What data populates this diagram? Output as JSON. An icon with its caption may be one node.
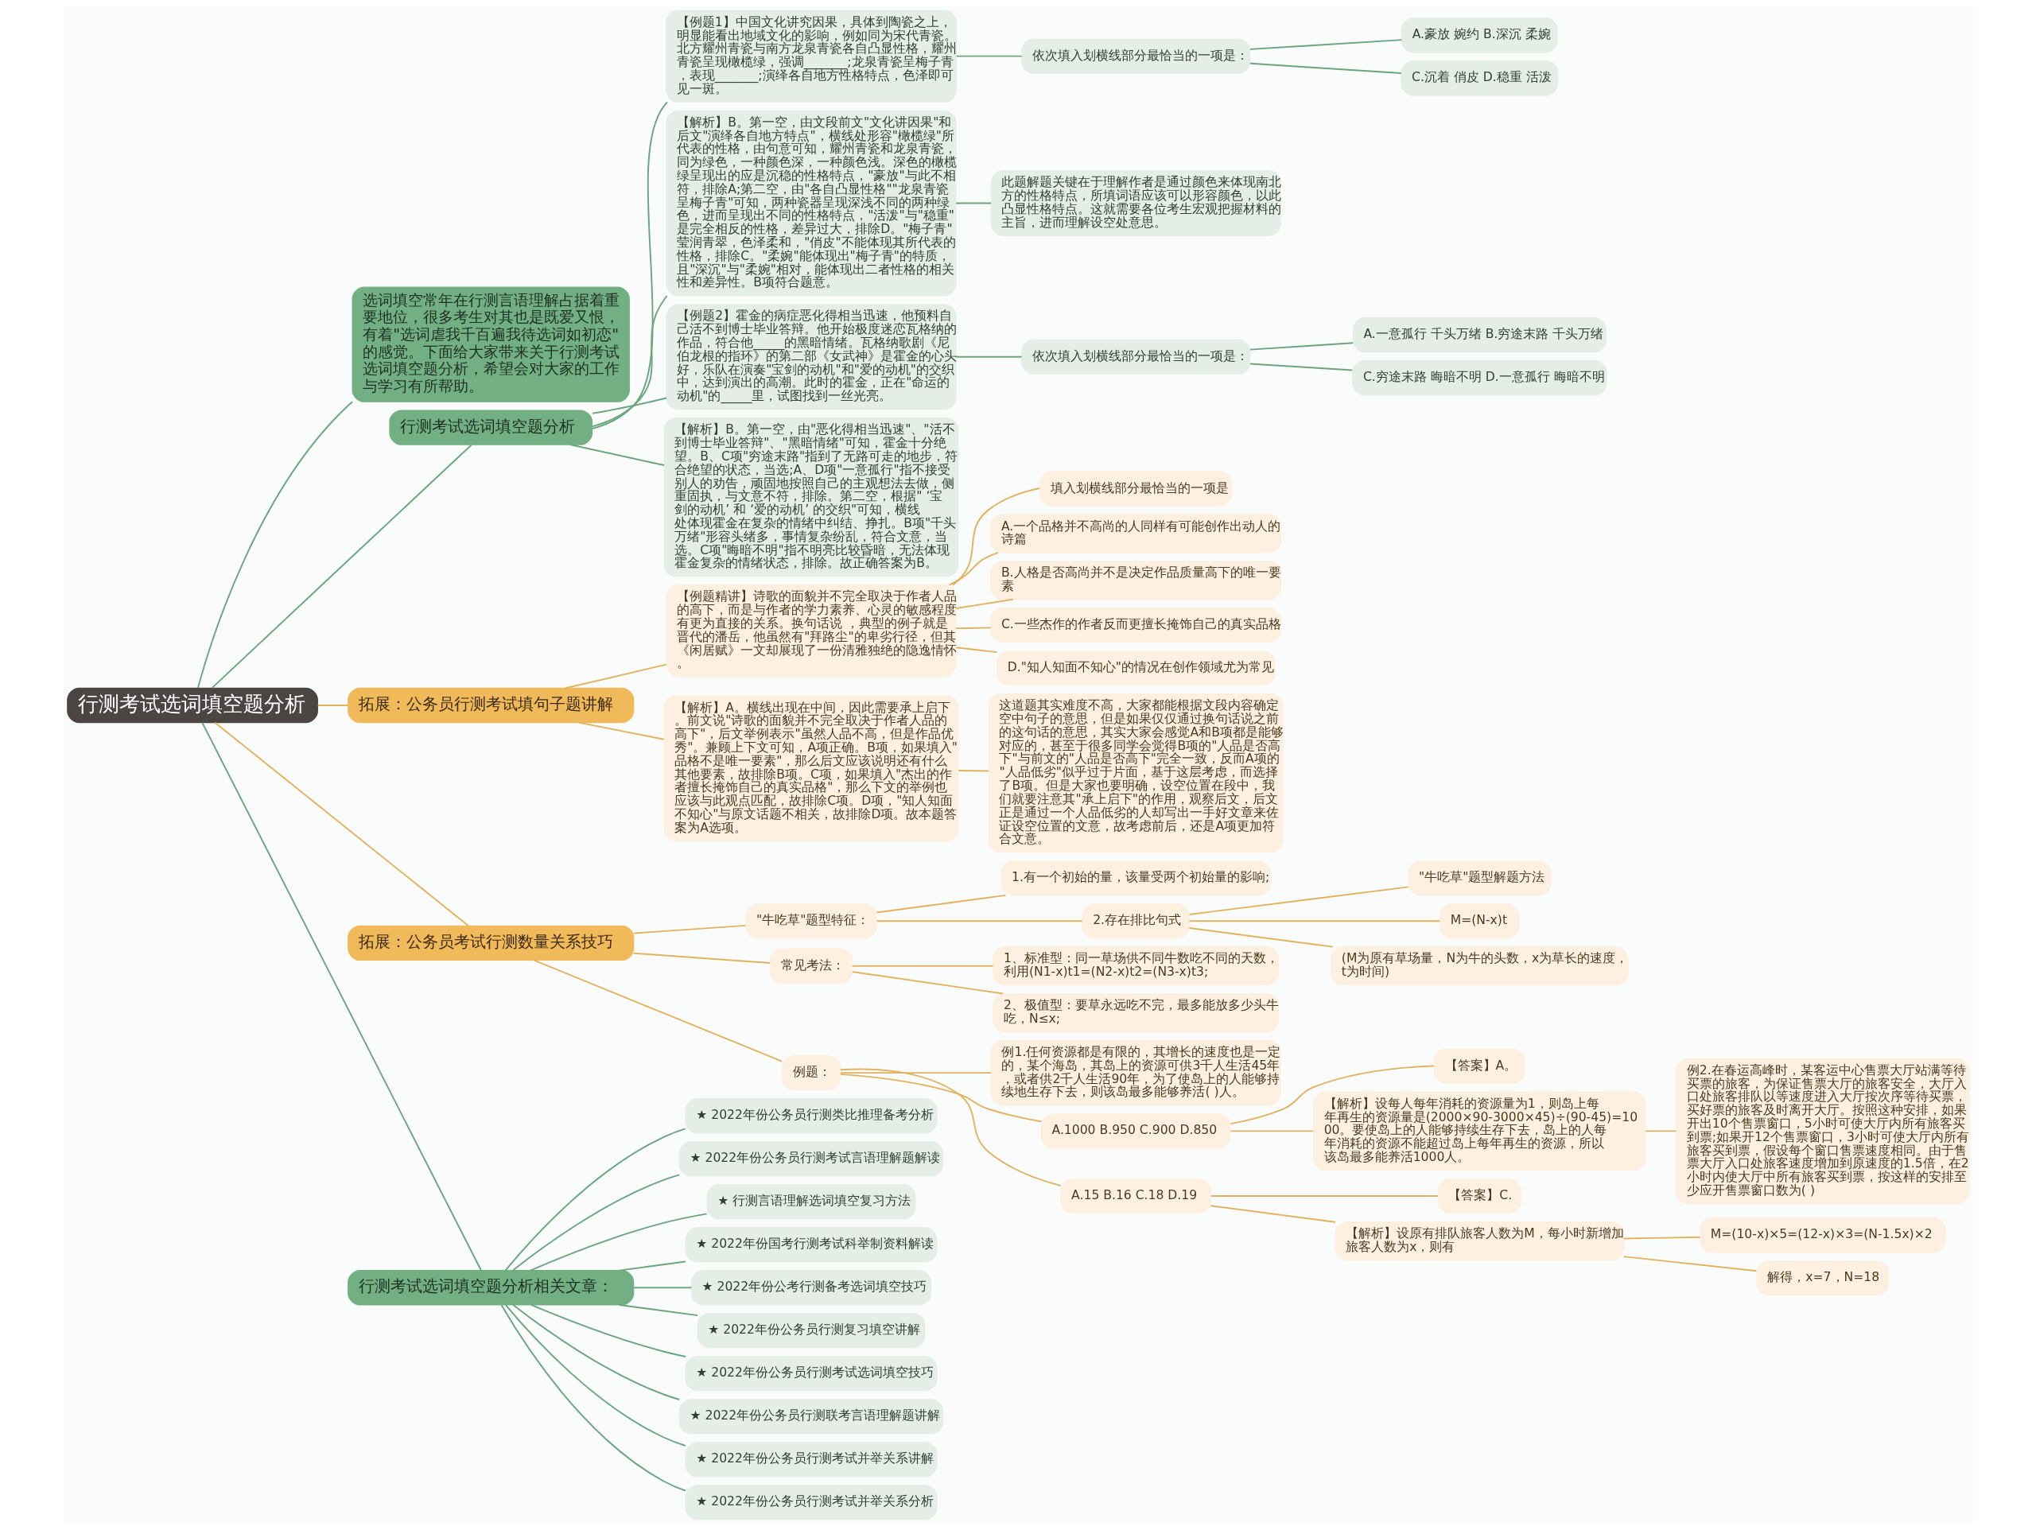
{
  "diagram": {
    "nodes": [
      {
        "text": [
          "行测考试选词填空题分析"
        ]
      },
      {
        "text": [
          "选词填空常年在行测言语理解占据着重要地位，很多考生对其也是既爱又恨，有着\"选词虐我千百遍我待选词如初恋\"的感觉。下面给大家带来关于行测考试选词填空题分析，希望会对大家的工作与学习有所帮助。"
        ]
      },
      {
        "text": [
          "行测考试选词填空题分析"
        ]
      },
      {
        "text": [
          "【例题1】中国文化讲究因果，具体到陶瓷之上，明显能看出地域文化的影响，例如同为宋代青瓷。北方耀州青瓷与南方龙泉青瓷各自凸显性格，耀州青瓷呈现橄榄绿，强调_______;龙泉青瓷呈梅子青，表现_______;演绎各自地方性格特点，色泽即可见一斑。"
        ]
      },
      {
        "text": [
          "依次填入划横线部分最恰当的一项是："
        ]
      },
      {
        "text": [
          "A.豪放 婉约 B.深沉 柔婉"
        ]
      },
      {
        "text": [
          "C.沉着 俏皮 D.稳重 活泼"
        ]
      },
      {
        "text": [
          "【解析】B。第一空，由文段前文\"文化讲因果\"和后文\"演绎各自地方特点\"，横线处形容\"橄榄绿\"所代表的性格，由句意可知，耀州青瓷和龙泉青瓷，同为绿色，一种颜色深，一种颜色浅。深色的橄榄绿呈现出的应是沉稳的性格特点，\"豪放\"与此不相符，排除A;第二空，由\"各自凸显性格\"\"龙泉青瓷呈梅子青\"可知，两种瓷器呈现深浅不同的两种绿色，进而呈现出不同的性格特点，\"活泼\"与\"稳重\"是完全相反的性格，差异过大，排除D。\"梅子青\"莹润青翠，色泽柔和，\"俏皮\"不能体现其所代表的性格，排除C。\"柔婉\"能体现出\"梅子青\"的特质，且\"深沉\"与\"柔婉\"相对，能体现出二者性格的相关性和差异性。B项符合题意。"
        ]
      },
      {
        "text": [
          "此题解题关键在于理解作者是通过颜色来体现南北方的性格特点，所填词语应该可以形容颜色，以此凸显性格特点。这就需要各位考生宏观把握材料的主旨，进而理解设空处意思。"
        ]
      },
      {
        "text": [
          "【例题2】霍金的病症恶化得相当迅速，他预料自己活不到博士毕业答辩。他开始极度迷恋瓦格纳的作品，符合他_____的黑暗情绪。瓦格纳歌剧《尼伯龙根的指环》的第二部《女武神》是霍金的心头好，乐队在演奏\"宝剑的动机\"和\"爱的动机\"的交织中，达到演出的高潮。此时的霍金，正在\"命运的动机\"的_____里，试图找到一丝光亮。"
        ]
      },
      {
        "text": [
          "依次填入划横线部分最恰当的一项是："
        ]
      },
      {
        "text": [
          "A.一意孤行 千头万绪 B.穷途末路 千头万绪"
        ]
      },
      {
        "text": [
          "C.穷途末路 晦暗不明 D.一意孤行 晦暗不明"
        ]
      },
      {
        "text": [
          "【解析】B。第一空，由\"恶化得相当迅速\"、\"活不到博士毕业答辩\"、\"黑暗情绪\"可知，霍金十分绝望。B、C项\"穷途末路\"指到了无路可走的地步，符合绝望的状态，当选;A、D项\"一意孤行\"指不接受别人的劝告，顽固地按照自己的主观想法去做，侧重固执，与文意不符，排除。第二空，根据\" ‘宝剑的动机’ 和 ‘爱的动机’ 的交织\"可知，横线处体现霍金在复杂的情绪中纠结、挣扎。B项\"千头万绪\"形容头绪多，事情复杂纷乱，符合文意，当选。C项\"晦暗不明\"指不明亮比较昏暗，无法体现霍金复杂的情绪状态，排除。故正确答案为B。"
        ]
      },
      {
        "text": [
          "拓展：公务员行测考试填句子题讲解"
        ]
      },
      {
        "text": [
          "【例题精讲】诗歌的面貌并不完全取决于作者人品的高下，而是与作者的学力素养、心灵的敏感程度有更为直接的关系。换句话说 ，典型的例子就是晋代的潘岳，他虽然有\"拜路尘\"的卑劣行径，但其《闲居赋》一文却展现了一份清雅独绝的隐逸情怀。"
        ]
      },
      {
        "text": [
          "填入划横线部分最恰当的一项是"
        ]
      },
      {
        "text": [
          "A.一个品格并不高尚的人同样有可能创作出动人的诗篇"
        ]
      },
      {
        "text": [
          "B.人格是否高尚并不是决定作品质量高下的唯一要素"
        ]
      },
      {
        "text": [
          "C.一些杰作的作者反而更擅长掩饰自己的真实品格"
        ]
      },
      {
        "text": [
          "D.\"知人知面不知心\"的情况在创作领域尤为常见"
        ]
      },
      {
        "text": [
          "【解析】A。横线出现在中间，因此需要承上启下。前文说\"诗歌的面貌并不完全取决于作者人品的高下\"，后文举例表示\"虽然人品不高，但是作品优秀\"。兼顾上下文可知，A项正确。B项，如果填入\"品格不是唯一要素\"，那么后文应该说明还有什么其他要素，故排除B项。C项，如果填入\"杰出的作者擅长掩饰自己的真实品格\"，那么下文的举例也应该与此观点匹配，故排除C项。D项，\"知人知面不知心\"与原文话题不相关，故排除D项。故本题答案为A选项。"
        ]
      },
      {
        "text": [
          "这道题其实难度不高，大家都能根据文段内容确定空中句子的意思，但是如果仅仅通过换句话说之前的这句话的意思，其实大家会感觉A和B项都是能够对应的，甚至于很多同学会觉得B项的\"人品是否高下\"与前文的\"人品是否高下\"完全一致，反而A项的\"人品低劣\"似乎过于片面，基于这层考虑，而选择了B项。但是大家也要明确，设空位置在段中，我们就要注意其\"承上启下\"的作用，观察后文，后文正是通过一个人品低劣的人却写出一手好文章来佐证设空位置的文意，故考虑前后，还是A项更加符合文意。"
        ]
      },
      {
        "text": [
          "拓展：公务员考试行测数量关系技巧"
        ]
      },
      {
        "text": [
          "\"牛吃草\"题型特征："
        ]
      },
      {
        "text": [
          "1.有一个初始的量，该量受两个初始量的影响;"
        ]
      },
      {
        "text": [
          "2.存在排比句式"
        ]
      },
      {
        "text": [
          "\"牛吃草\"题型解题方法"
        ]
      },
      {
        "text": [
          "M=(N-x)t"
        ]
      },
      {
        "text": [
          "(M为原有草场量，N为牛的头数，x为草长的速度，t为时间)"
        ]
      },
      {
        "text": [
          "常见考法："
        ]
      },
      {
        "text": [
          "1、标准型：同一草场供不同牛数吃不同的天数，利用(N1-x)t1=(N2-x)t2=(N3-x)t3;"
        ]
      },
      {
        "text": [
          "2、极值型：要草永远吃不完，最多能放多少头牛吃，N≤x;"
        ]
      },
      {
        "text": [
          "例题："
        ]
      },
      {
        "text": [
          "例1.任何资源都是有限的，其增长的速度也是一定的，某个海岛，其岛上的资源可供3千人生活45年，或者供2千人生活90年，为了使岛上的人能够持续地生存下去，则该岛最多能够养活( )人。"
        ]
      },
      {
        "text": [
          "A.1000 B.950 C.900 D.850"
        ]
      },
      {
        "text": [
          "【答案】A。"
        ]
      },
      {
        "text": [
          "【解析】设每人每年消耗的资源量为1，则岛上每年再生的资源量是(2000×90-3000×45)÷(90-45)=1000。要使岛上的人能够持续生存下去，岛上的人每年消耗的资源不能超过岛上每年再生的资源，所以该岛最多能养活1000人。"
        ]
      },
      {
        "text": [
          "例2.在春运高峰时，某客运中心售票大厅站满等待买票的旅客，为保证售票大厅的旅客安全，大厅入口处旅客排队以等速度进入大厅按次序等待买票，买好票的旅客及时离开大厅。按照这种安排，如果开出10个售票窗口，5小时可使大厅内所有旅客买到票;如果开12个售票窗口，3小时可使大厅内所有旅客买到票，假设每个窗口售票速度相同。由于售票大厅入口处旅客速度增加到原速度的1.5倍，在2小时内使大厅中所有旅客买到票，按这样的安排至少应开售票窗口数为( )"
        ]
      },
      {
        "text": [
          "A.15 B.16 C.18 D.19"
        ]
      },
      {
        "text": [
          "【答案】C."
        ]
      },
      {
        "text": [
          "【解析】设原有排队旅客人数为M，每小时新增加旅客人数为x，则有"
        ]
      },
      {
        "text": [
          "M=(10-x)×5=(12-x)×3=(N-1.5x)×2"
        ]
      },
      {
        "text": [
          "解得，x=7，N=18"
        ]
      },
      {
        "text": [
          "行测考试选词填空题分析相关文章："
        ]
      },
      {
        "text": [
          "★ 2022年份公务员行测类比推理备考分析"
        ]
      },
      {
        "text": [
          "★ 2022年份公务员行测考试言语理解题解读"
        ]
      },
      {
        "text": [
          "★ 行测言语理解选词填空复习方法"
        ]
      },
      {
        "text": [
          "★ 2022年份国考行测考试科举制资料解读"
        ]
      },
      {
        "text": [
          "★ 2022年份公考行测备考选词填空技巧"
        ]
      },
      {
        "text": [
          "★ 2022年份公务员行测复习填空讲解"
        ]
      },
      {
        "text": [
          "★ 2022年份公务员行测考试选词填空技巧"
        ]
      },
      {
        "text": [
          "★ 2022年份公务员行测联考言语理解题讲解"
        ]
      },
      {
        "text": [
          "★ 2022年份公务员行测考试并举关系讲解"
        ]
      },
      {
        "text": [
          "★ 2022年份公务员行测考试并举关系分析"
        ]
      }
    ],
    "edges": [
      {
        "from": 0,
        "to": 1,
        "arrow": "none",
        "color": "#6aa57e"
      },
      {
        "from": 0,
        "to": 2,
        "arrow": "none",
        "color": "#6aa57e"
      },
      {
        "from": 2,
        "to": 3,
        "arrow": "none",
        "color": "#6aa57e"
      },
      {
        "from": 3,
        "to": 4,
        "arrow": "none",
        "color": "#6aa57e"
      },
      {
        "from": 4,
        "to": 5,
        "arrow": "none",
        "color": "#6aa57e"
      },
      {
        "from": 4,
        "to": 6,
        "arrow": "none",
        "color": "#6aa57e"
      },
      {
        "from": 2,
        "to": 7,
        "arrow": "none",
        "color": "#6aa57e"
      },
      {
        "from": 7,
        "to": 8,
        "arrow": "none",
        "color": "#6aa57e"
      },
      {
        "from": 2,
        "to": 9,
        "arrow": "none",
        "color": "#6aa57e"
      },
      {
        "from": 9,
        "to": 10,
        "arrow": "none",
        "color": "#6aa57e"
      },
      {
        "from": 10,
        "to": 11,
        "arrow": "none",
        "color": "#6aa57e"
      },
      {
        "from": 10,
        "to": 12,
        "arrow": "none",
        "color": "#6aa57e"
      },
      {
        "from": 2,
        "to": 13,
        "arrow": "none",
        "color": "#6aa57e"
      },
      {
        "from": 0,
        "to": 14,
        "arrow": "none"
      },
      {
        "from": 14,
        "to": 15,
        "arrow": "none"
      },
      {
        "from": 15,
        "to": 16,
        "arrow": "none"
      },
      {
        "from": 15,
        "to": 17,
        "arrow": "none"
      },
      {
        "from": 15,
        "to": 18,
        "arrow": "none"
      },
      {
        "from": 15,
        "to": 19,
        "arrow": "none"
      },
      {
        "from": 15,
        "to": 20,
        "arrow": "none"
      },
      {
        "from": 14,
        "to": 21,
        "arrow": "none"
      },
      {
        "from": 21,
        "to": 22,
        "arrow": "none"
      },
      {
        "from": 0,
        "to": 23,
        "arrow": "none"
      },
      {
        "from": 23,
        "to": 24,
        "arrow": "none"
      },
      {
        "from": 24,
        "to": 25,
        "arrow": "none"
      },
      {
        "from": 24,
        "to": 26,
        "arrow": "none"
      },
      {
        "from": 26,
        "to": 27,
        "arrow": "none"
      },
      {
        "from": 26,
        "to": 28,
        "arrow": "none"
      },
      {
        "from": 26,
        "to": 29,
        "arrow": "none"
      },
      {
        "from": 23,
        "to": 30,
        "arrow": "none"
      },
      {
        "from": 30,
        "to": 31,
        "arrow": "none"
      },
      {
        "from": 30,
        "to": 32,
        "arrow": "none"
      },
      {
        "from": 23,
        "to": 33,
        "arrow": "none"
      },
      {
        "from": 33,
        "to": 34,
        "arrow": "none"
      },
      {
        "from": 33,
        "to": 35,
        "arrow": "none"
      },
      {
        "from": 35,
        "to": 36,
        "arrow": "none"
      },
      {
        "from": 35,
        "to": 37,
        "arrow": "none"
      },
      {
        "from": 37,
        "to": 38,
        "arrow": "none"
      },
      {
        "from": 33,
        "to": 39,
        "arrow": "none"
      },
      {
        "from": 39,
        "to": 40,
        "arrow": "none"
      },
      {
        "from": 39,
        "to": 41,
        "arrow": "none"
      },
      {
        "from": 41,
        "to": 42,
        "arrow": "none"
      },
      {
        "from": 41,
        "to": 43,
        "arrow": "none"
      },
      {
        "from": 0,
        "to": 44,
        "arrow": "none",
        "color": "#6aa57e"
      },
      {
        "from": 44,
        "to": 45,
        "arrow": "none",
        "color": "#6aa57e"
      },
      {
        "from": 44,
        "to": 46,
        "arrow": "none",
        "color": "#6aa57e"
      },
      {
        "from": 44,
        "to": 47,
        "arrow": "none",
        "color": "#6aa57e"
      },
      {
        "from": 44,
        "to": 48,
        "arrow": "none",
        "color": "#6aa57e"
      },
      {
        "from": 44,
        "to": 49,
        "arrow": "none",
        "color": "#6aa57e"
      },
      {
        "from": 44,
        "to": 50,
        "arrow": "none",
        "color": "#6aa57e"
      },
      {
        "from": 44,
        "to": 51,
        "arrow": "none",
        "color": "#6aa57e"
      },
      {
        "from": 44,
        "to": 52,
        "arrow": "none",
        "color": "#6aa57e"
      },
      {
        "from": 44,
        "to": 53,
        "arrow": "none",
        "color": "#6aa57e"
      },
      {
        "from": 44,
        "to": 54,
        "arrow": "none",
        "color": "#6aa57e"
      }
    ]
  }
}
